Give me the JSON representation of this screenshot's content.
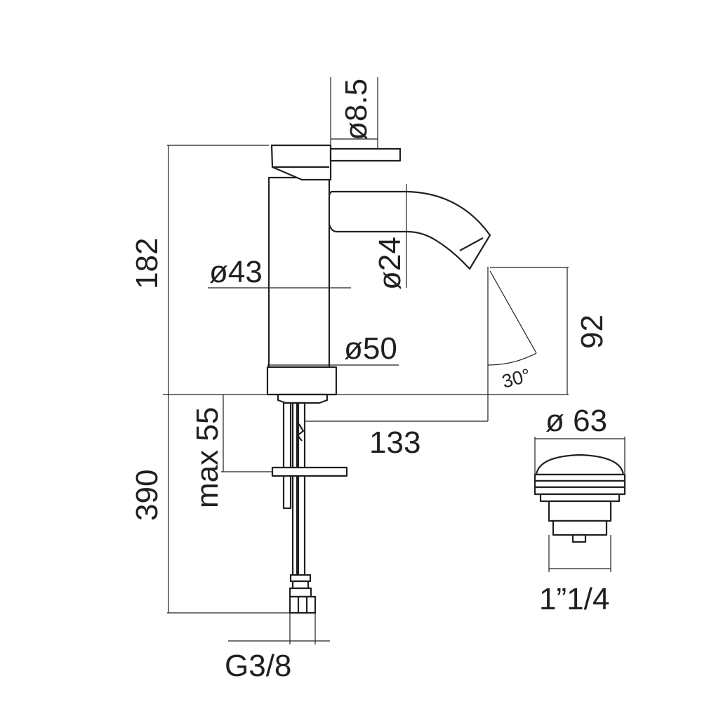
{
  "dimensions": {
    "lever_diameter": "ø8.5",
    "body_height": "182",
    "body_diameter": "ø43",
    "spout_diameter": "ø24",
    "base_diameter": "ø50",
    "spout_height": "92",
    "angle": "30°",
    "spout_reach": "133",
    "max_thickness": "max 55",
    "hose_length": "390",
    "connection": "G3/8",
    "waste_diameter": "ø 63",
    "waste_thread": "1”1/4"
  }
}
